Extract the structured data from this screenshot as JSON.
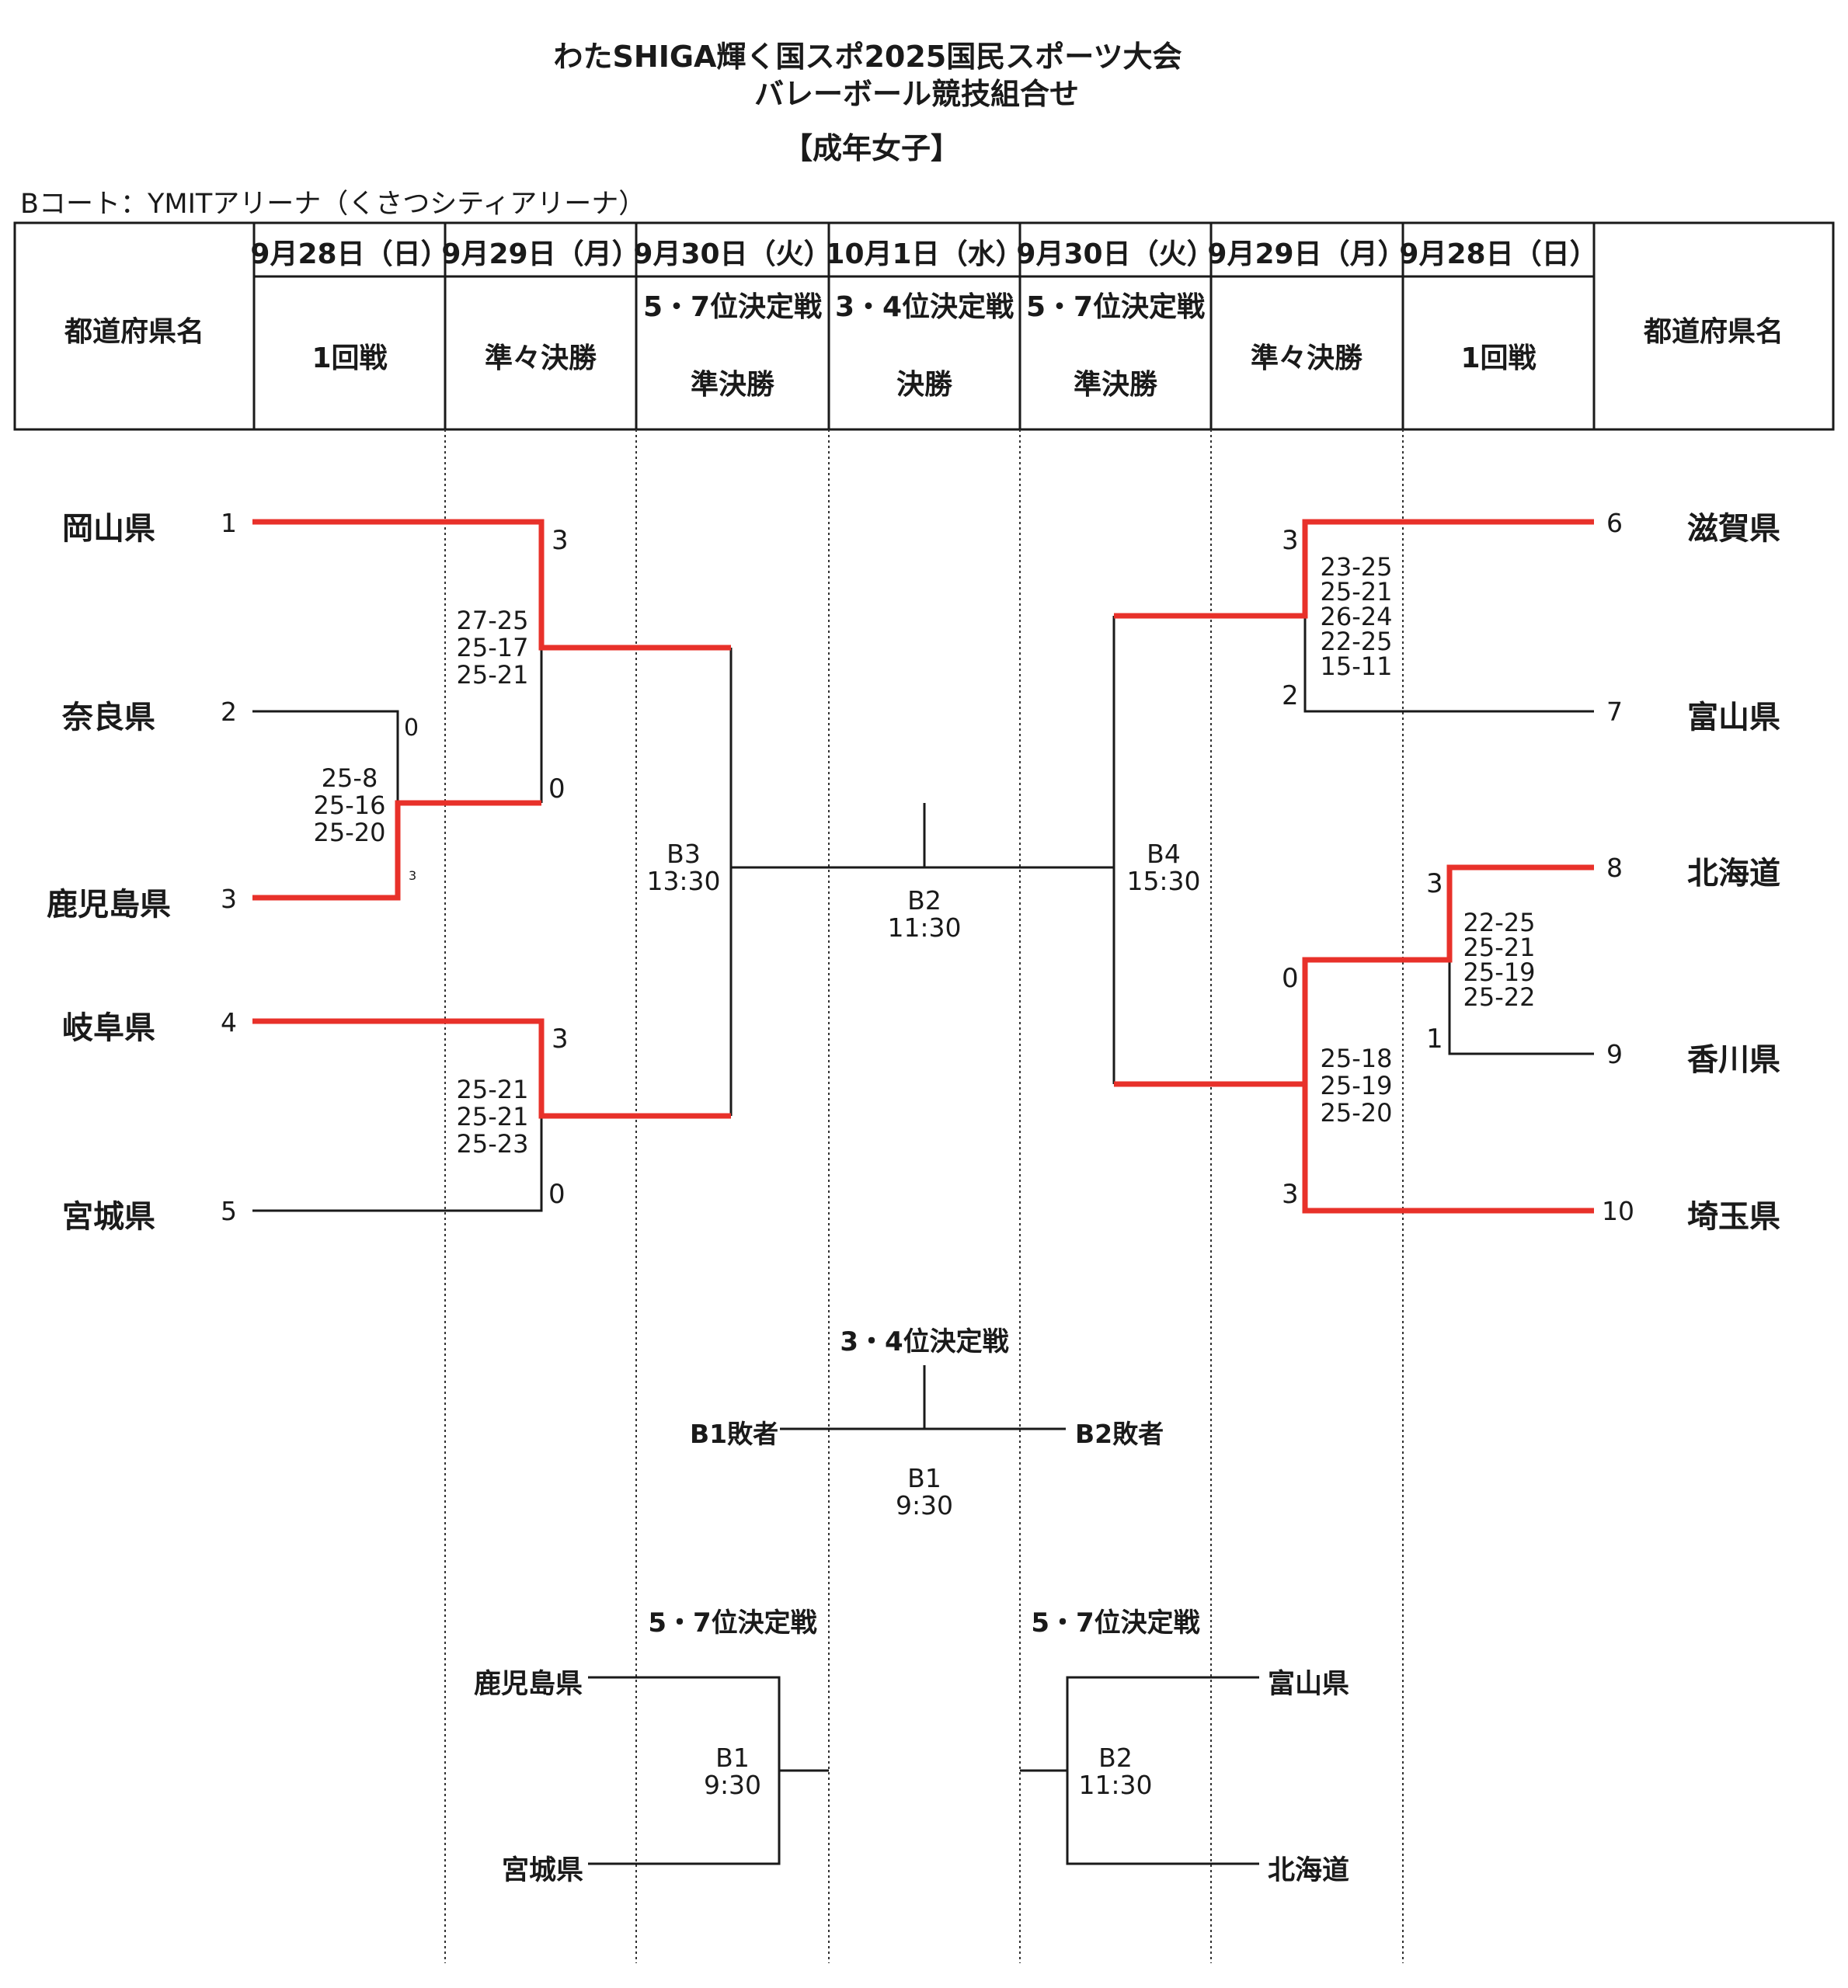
{
  "title_line1": "わたSHIGA輝く国スポ2025国民スポーツ大会",
  "title_line2": "バレーボール競技組合せ",
  "category": "【成年女子】",
  "court": "Bコート：YMITアリーナ（くさつシティアリーナ）",
  "header": {
    "pref_left": "都道府県名",
    "pref_right": "都道府県名",
    "dates": [
      "9月28日（日）",
      "9月29日（月）",
      "9月30日（火）",
      "10月1日（水）",
      "9月30日（火）",
      "9月29日（月）",
      "9月28日（日）"
    ],
    "rounds": [
      {
        "line1": "1回戦",
        "line2": ""
      },
      {
        "line1": "準々決勝",
        "line2": ""
      },
      {
        "line1": "5・7位決定戦",
        "line2": "準決勝"
      },
      {
        "line1": "3・4位決定戦",
        "line2": "決勝"
      },
      {
        "line1": "5・7位決定戦",
        "line2": "準決勝"
      },
      {
        "line1": "準々決勝",
        "line2": ""
      },
      {
        "line1": "1回戦",
        "line2": ""
      }
    ]
  },
  "teams_left": [
    {
      "seed": "1",
      "name": "岡山県"
    },
    {
      "seed": "2",
      "name": "奈良県"
    },
    {
      "seed": "3",
      "name": "鹿児島県"
    },
    {
      "seed": "4",
      "name": "岐阜県"
    },
    {
      "seed": "5",
      "name": "宮城県"
    }
  ],
  "teams_right": [
    {
      "seed": "6",
      "name": "滋賀県"
    },
    {
      "seed": "7",
      "name": "富山県"
    },
    {
      "seed": "8",
      "name": "北海道"
    },
    {
      "seed": "9",
      "name": "香川県"
    },
    {
      "seed": "10",
      "name": "埼玉県"
    }
  ],
  "matches": {
    "left_r1": {
      "score_top": "0",
      "score_bottom": "3",
      "sets": [
        "25-8",
        "25-16",
        "25-20"
      ]
    },
    "left_qf1": {
      "score_top": "3",
      "score_bottom": "0",
      "sets": [
        "27-25",
        "25-17",
        "25-21"
      ]
    },
    "left_qf2": {
      "score_top": "3",
      "score_bottom": "0",
      "sets": [
        "25-21",
        "25-21",
        "25-23"
      ]
    },
    "right_qf1": {
      "score_top": "3",
      "score_bottom": "2",
      "sets": [
        "23-25",
        "25-21",
        "26-24",
        "22-25",
        "15-11"
      ]
    },
    "right_r1": {
      "score_top": "3",
      "score_bottom": "1",
      "sets": [
        "22-25",
        "25-21",
        "25-19",
        "25-22"
      ]
    },
    "right_qf2": {
      "score_top": "0",
      "score_bottom": "3",
      "sets": [
        "25-18",
        "25-19",
        "25-20"
      ]
    },
    "sf_left": {
      "code": "B3",
      "time": "13:30"
    },
    "sf_right": {
      "code": "B4",
      "time": "15:30"
    },
    "final": {
      "code": "B2",
      "time": "11:30"
    }
  },
  "third_place": {
    "title": "3・4位決定戦",
    "left": "B1敗者",
    "right": "B2敗者",
    "code": "B1",
    "time": "9:30"
  },
  "placement_left": {
    "title": "5・7位決定戦",
    "team_top": "鹿児島県",
    "team_bottom": "宮城県",
    "code": "B1",
    "time": "9:30"
  },
  "placement_right": {
    "title": "5・7位決定戦",
    "team_top": "富山県",
    "team_bottom": "北海道",
    "code": "B2",
    "time": "11:30"
  },
  "colors": {
    "winner_line": "#e8312a",
    "line": "#1a1a1a"
  }
}
